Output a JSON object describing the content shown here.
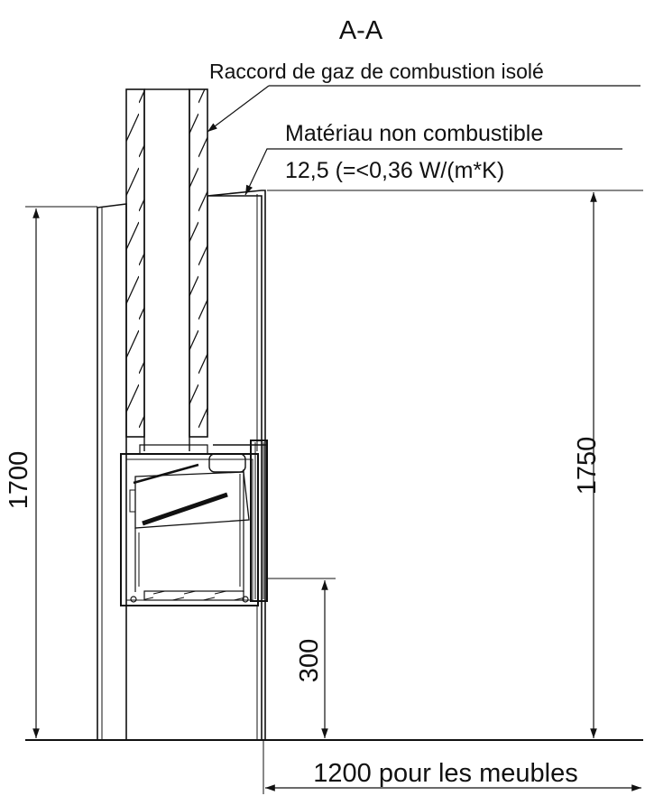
{
  "section_title": "A-A",
  "labels": {
    "flue_connection": "Raccord de gaz de combustion isolé",
    "material_line1": "Matériau non combustible",
    "material_line2": "12,5 (=<0,36 W/(m*K)"
  },
  "dimensions": {
    "left_height": "1700",
    "right_height": "1750",
    "base_height": "300",
    "clearance": "1200 pour les meubles"
  },
  "colors": {
    "line": "#111111",
    "background": "#ffffff"
  }
}
